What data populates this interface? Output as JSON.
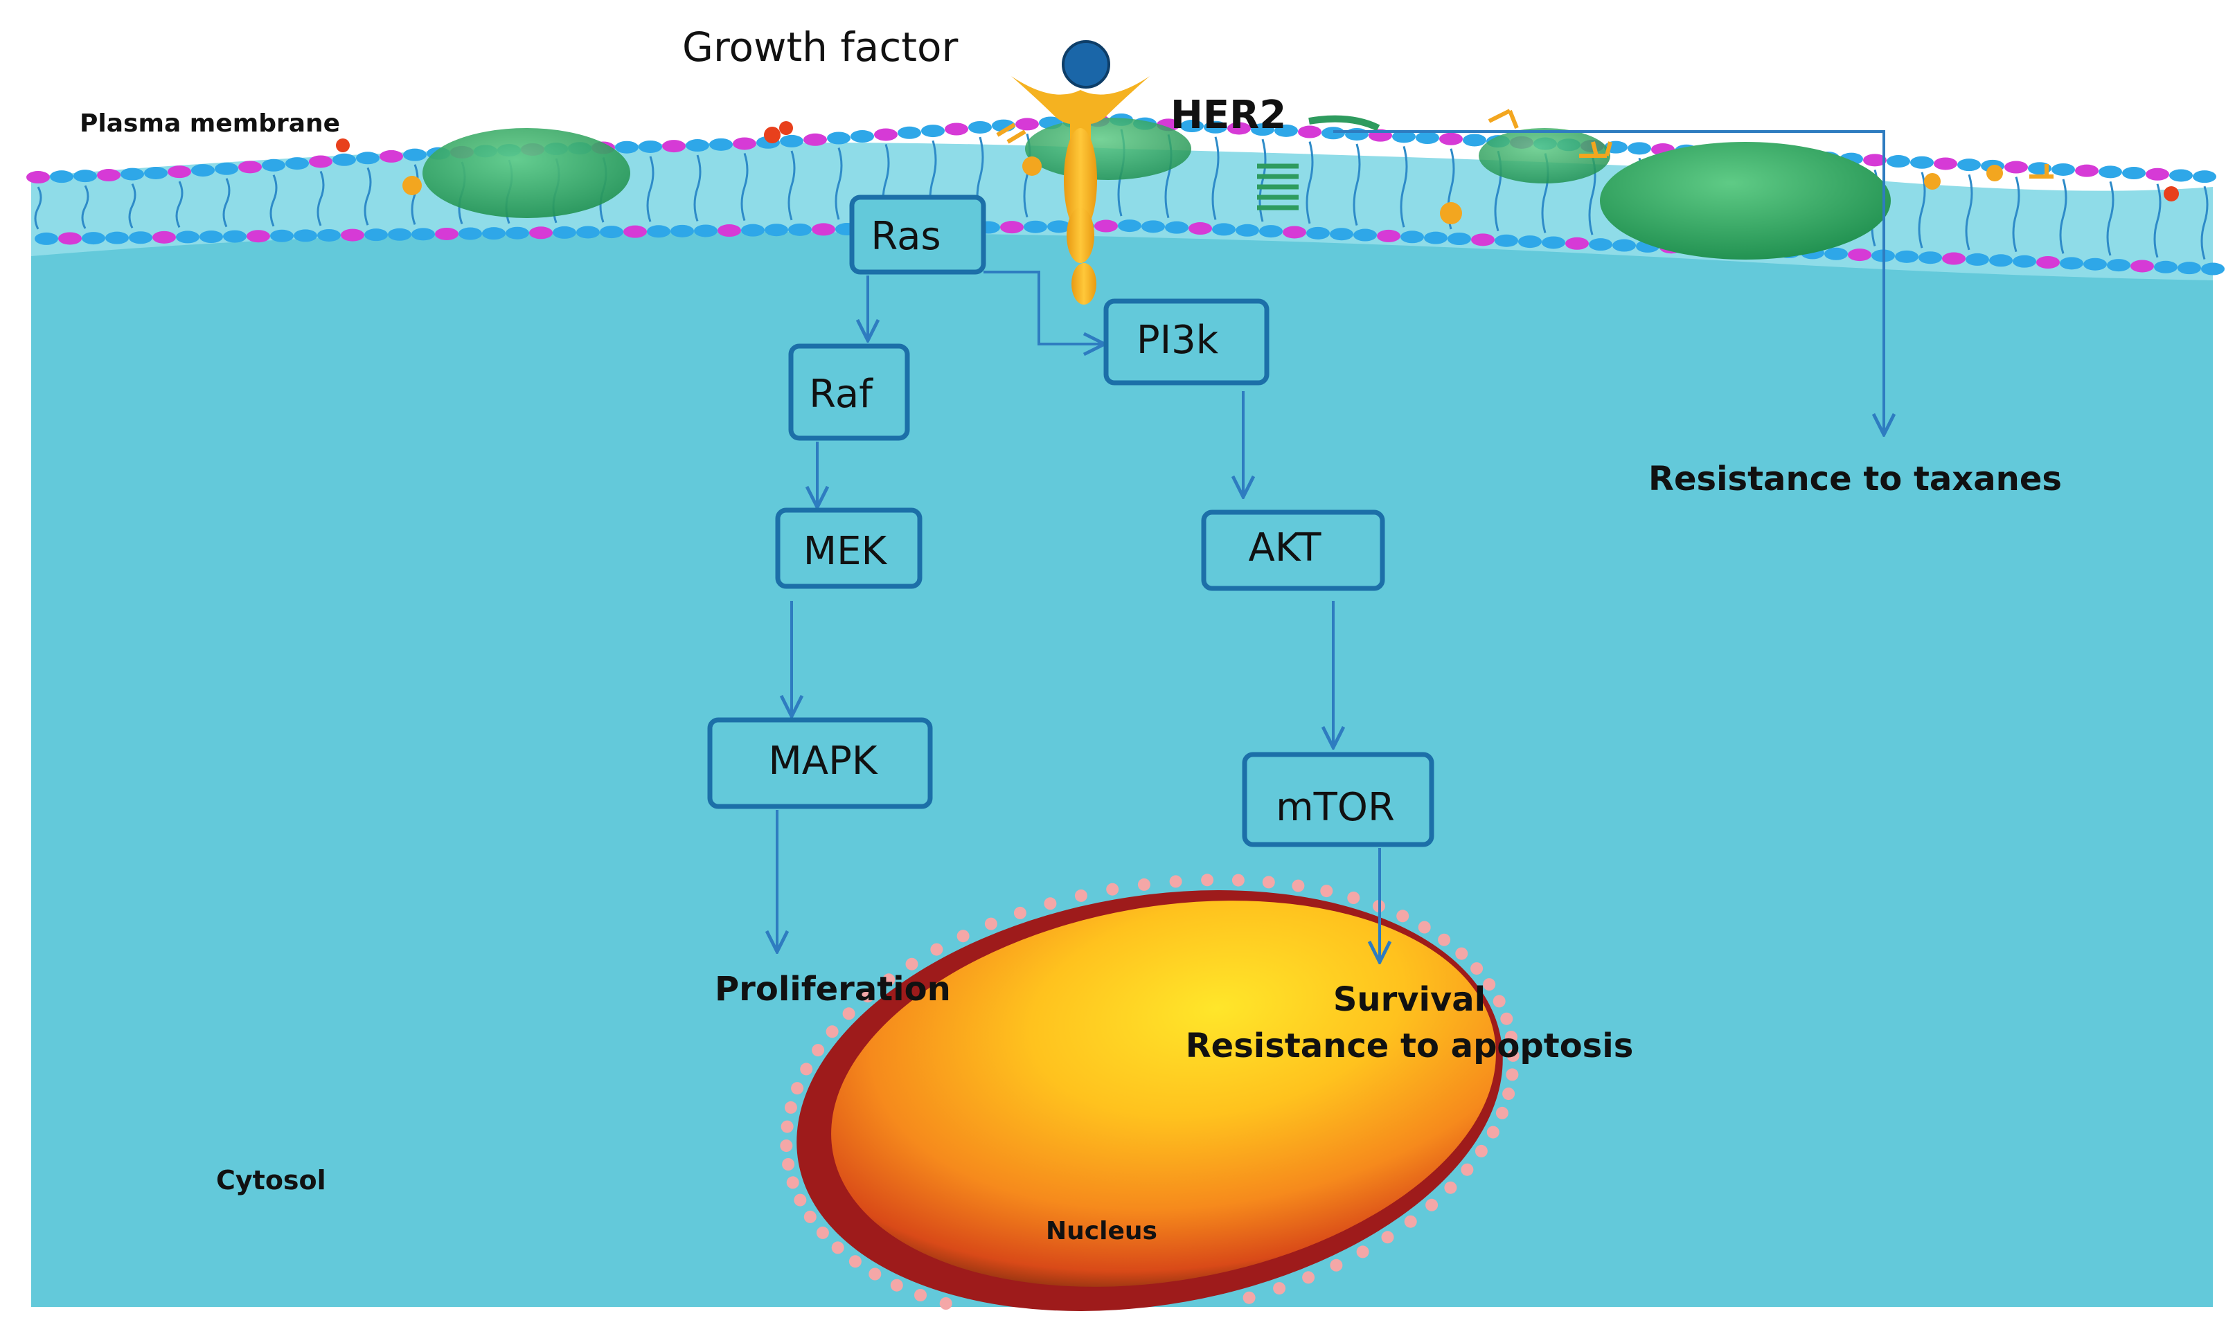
{
  "labels": {
    "growth_factor": "Growth factor",
    "her2": "HER2",
    "plasma_membrane": "Plasma membrane",
    "cytosol": "Cytosol",
    "nucleus": "Nucleus",
    "resistance_taxanes": "Resistance to taxanes",
    "proliferation": "Proliferation",
    "survival": "Survival",
    "resistance_apoptosis": "Resistance to apoptosis"
  },
  "nodes": {
    "ras": "Ras",
    "raf": "Raf",
    "mek": "MEK",
    "mapk": "MAPK",
    "pi3k": "PI3k",
    "akt": "AKT",
    "mtor": "mTOR"
  },
  "colors": {
    "cytosol": "#63C9DA",
    "box_stroke": "#1C6FA8",
    "arrow": "#2E7CC0",
    "receptor": "#F5B220",
    "ligand": "#1A66A8",
    "nucleus_rim": "#9E1B1B",
    "nucleus_pores": "#F4A7A7"
  }
}
